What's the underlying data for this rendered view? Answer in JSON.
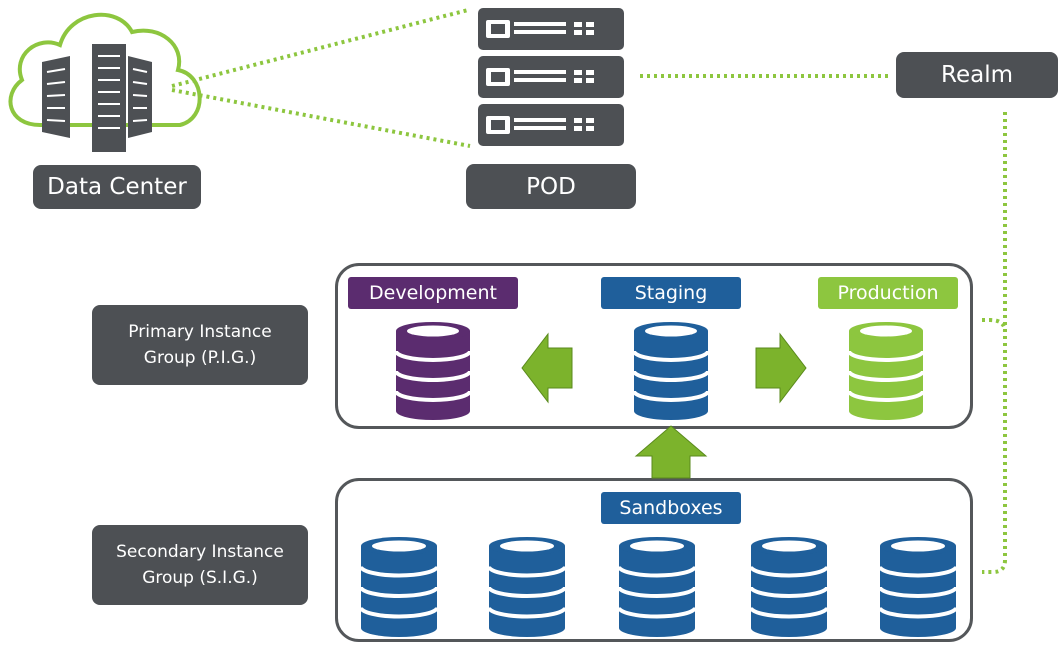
{
  "colors": {
    "label_bg": "#4d5054",
    "dotted_line": "#8dc63f",
    "development": "#5b2c6f",
    "staging": "#1f5f9b",
    "production": "#8dc63f",
    "sandbox": "#1f5f9b",
    "arrow": "#7cb32c",
    "frame": "#54575a"
  },
  "icons": {
    "data_center": "cloud-server-rack-icon",
    "pod": "server-stack-icon",
    "database": "database-cylinder-icon",
    "arrow": "arrow-icon"
  },
  "labels": {
    "data_center": "Data Center",
    "pod": "POD",
    "realm": "Realm",
    "pig": [
      "Primary Instance",
      "Group (P.I.G.)"
    ],
    "sig": [
      "Secondary Instance",
      "Group (S.I.G.)"
    ]
  },
  "pig": {
    "development": "Development",
    "staging": "Staging",
    "production": "Production"
  },
  "sig": {
    "sandboxes": "Sandboxes",
    "sandbox_count": 5
  }
}
